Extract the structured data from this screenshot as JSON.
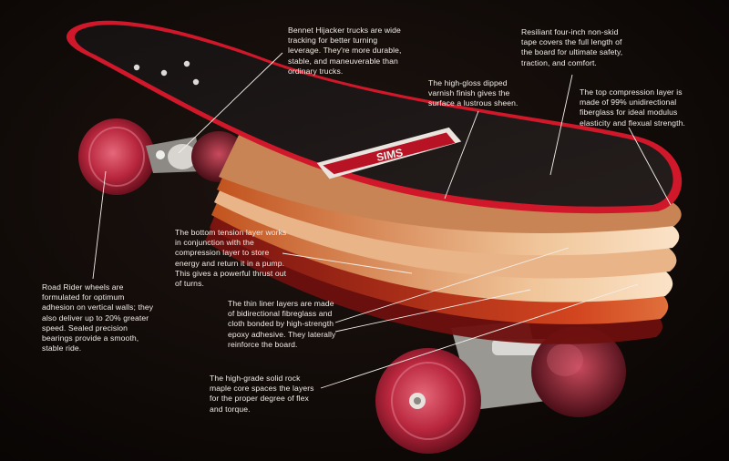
{
  "deck_logo": "SIMS",
  "annotations": {
    "trucks": "Bennet Hijacker trucks are wide tracking for better turning leverage. They're more durable, stable, and maneuverable than ordinary trucks.",
    "tape": "Resiliant four-inch non-skid tape covers the full length of the board for ultimate safety, traction, and comfort.",
    "varnish": "The high-gloss dipped varnish finish gives the surface a lustrous sheen.",
    "compression": "The top compression layer is made of 99% unidirectional fiberglass for ideal modulus elasticity and flexual strength.",
    "tension": "The bottom tension layer works in conjunction with the compression layer to store energy and return it in a pump. This gives a powerful thrust out of turns.",
    "wheels": "Road Rider wheels are formulated for optimum adhesion on vertical walls; they also deliver up to 20% greater speed. Sealed precision bearings provide a smooth, stable ride.",
    "liner": "The thin liner layers are made of bidirectional fibreglass and cloth bonded by high-strength epoxy adhesive. They laterally reinforce the board.",
    "core": "The high-grade solid rock maple core spaces the layers for the proper degree of flex and torque."
  }
}
